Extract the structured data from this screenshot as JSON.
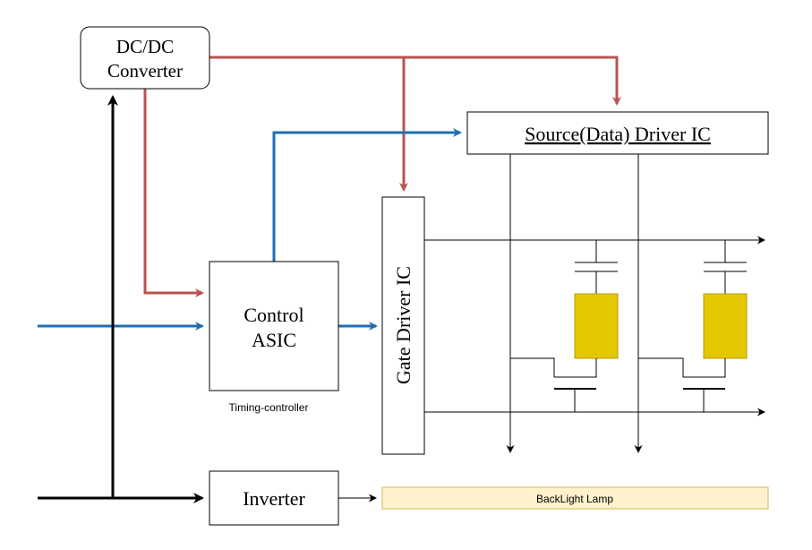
{
  "blocks": {
    "dcdc": {
      "line1": "DC/DC",
      "line2": "Converter"
    },
    "source_driver": {
      "label": "Source(Data) Driver IC"
    },
    "gate_driver": {
      "label": "Gate Driver IC"
    },
    "control": {
      "line1": "Control",
      "line2": "ASIC"
    },
    "timing_label": "Timing-controller",
    "inverter": {
      "label": "Inverter"
    },
    "backlight": {
      "label": "BackLight Lamp"
    }
  },
  "colors": {
    "power": "#b85450",
    "signal": "#1f6fb0",
    "main": "#000000",
    "pixel_fill": "#e3c800",
    "backlight_fill": "#fff2cc",
    "backlight_stroke": "#d6b656"
  }
}
